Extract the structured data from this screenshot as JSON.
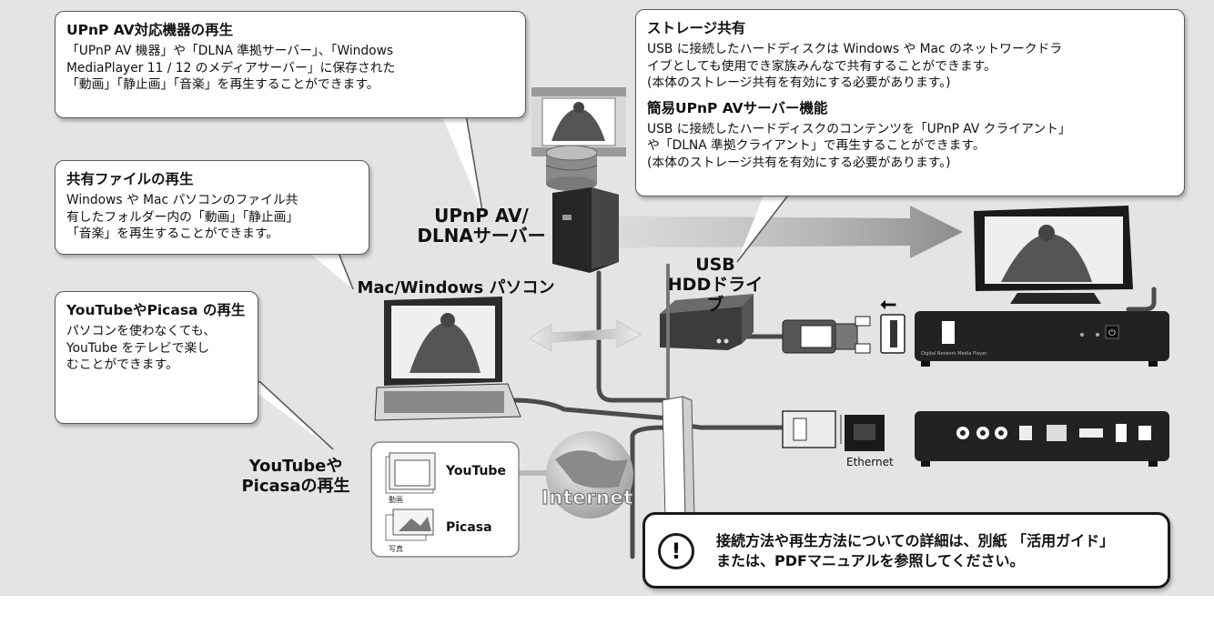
{
  "bubbles": {
    "upnp": {
      "title": "UPnP AV対応機器の再生",
      "text": "「UPnP AV 機器」や「DLNA 準拠サーバー」、「Windows\nMediaPlayer 11 / 12 のメディアサーバー」に保存された\n「動画」「静止画」「音楽」を再生することができます。"
    },
    "share": {
      "title": "共有ファイルの再生",
      "text": "Windows や Mac パソコンのファイル共\n有したフォルダー内の「動画」「静止画」\n「音楽」を再生することができます。"
    },
    "youtube": {
      "title": "YouTubeやPicasa\nの再生",
      "text": "パソコンを使わなくても、\nYouTube をテレビで楽し\nむことができます。"
    },
    "storage": {
      "title": "ストレージ共有",
      "text": "USB に接続したハードディスクは Windows や Mac のネットワークドラ\nイブとしても使用でき家族みんなで共有することができます。\n(本体のストレージ共有を有効にする必要があります。)"
    },
    "server": {
      "title": "簡易UPnP AVサーバー機能",
      "text": "USB に接続したハードディスクのコンテンツを「UPnP AV クライアント」\nや「DLNA 準拠クライアント」で再生することができます。\n(本体のストレージ共有を有効にする必要があります。)"
    }
  },
  "labels": {
    "upnp_server": "UPnP AV/\nDLNAサーバー",
    "usb_hdd": "USB\nHDDドライブ",
    "mac_windows": "Mac/Windows パソコン",
    "youtube_picasa": "YouTubeや\nPicasaの再生",
    "internet": "Internet",
    "ethernet": "Ethernet"
  },
  "panel": {
    "youtube": "YouTube",
    "video_caption": "動画",
    "picasa": "Picasa",
    "photo_caption": "写真"
  },
  "notice": {
    "icon": "!",
    "text": "接続方法や再生方法についての詳細は、別紙 「活用ガイド」\nまたは、PDFマニュアルを参照してください。"
  },
  "colors": {
    "background": "#e4e4e4",
    "bubble_border": "#5a5a5a",
    "arrow": "#8c8c8c"
  }
}
